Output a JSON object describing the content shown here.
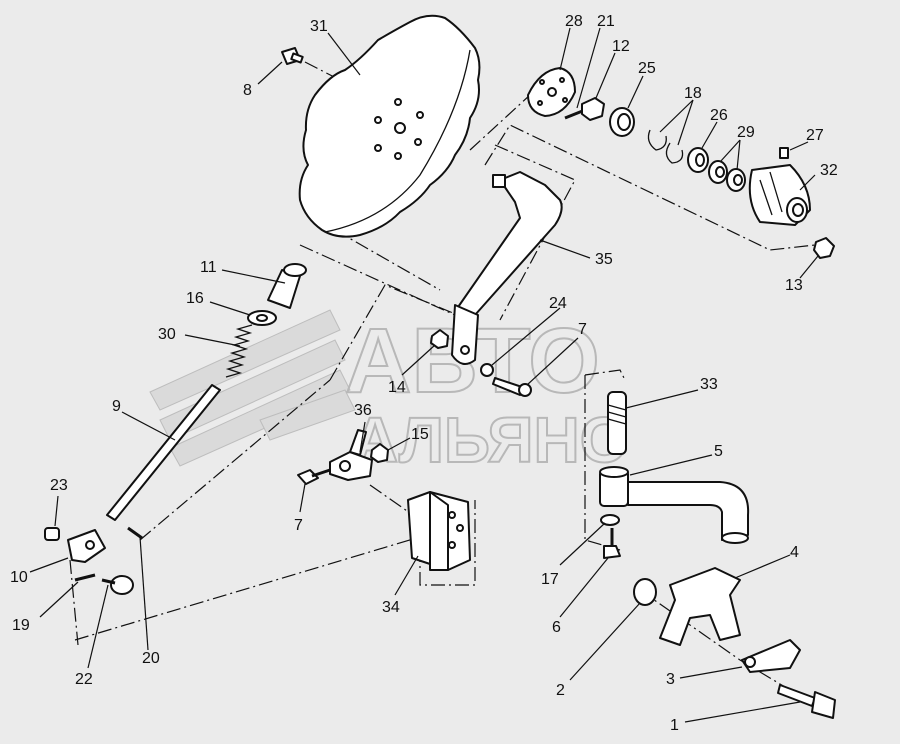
{
  "watermark": {
    "line1": "АВТО",
    "line2": "АЛЬЯНС"
  },
  "callouts": [
    {
      "id": "c31",
      "text": "31"
    },
    {
      "id": "c8",
      "text": "8"
    },
    {
      "id": "c28",
      "text": "28"
    },
    {
      "id": "c21",
      "text": "21"
    },
    {
      "id": "c12",
      "text": "12"
    },
    {
      "id": "c25",
      "text": "25"
    },
    {
      "id": "c18",
      "text": "18"
    },
    {
      "id": "c26",
      "text": "26"
    },
    {
      "id": "c29",
      "text": "29"
    },
    {
      "id": "c27",
      "text": "27"
    },
    {
      "id": "c32",
      "text": "32"
    },
    {
      "id": "c13",
      "text": "13"
    },
    {
      "id": "c35",
      "text": "35"
    },
    {
      "id": "c11",
      "text": "11"
    },
    {
      "id": "c16",
      "text": "16"
    },
    {
      "id": "c30",
      "text": "30"
    },
    {
      "id": "c24",
      "text": "24"
    },
    {
      "id": "c7a",
      "text": "7"
    },
    {
      "id": "c14",
      "text": "14"
    },
    {
      "id": "c33",
      "text": "33"
    },
    {
      "id": "c9",
      "text": "9"
    },
    {
      "id": "c36",
      "text": "36"
    },
    {
      "id": "c15",
      "text": "15"
    },
    {
      "id": "c5",
      "text": "5"
    },
    {
      "id": "c23",
      "text": "23"
    },
    {
      "id": "c7b",
      "text": "7"
    },
    {
      "id": "c10",
      "text": "10"
    },
    {
      "id": "c17",
      "text": "17"
    },
    {
      "id": "c4",
      "text": "4"
    },
    {
      "id": "c19",
      "text": "19"
    },
    {
      "id": "c34",
      "text": "34"
    },
    {
      "id": "c6",
      "text": "6"
    },
    {
      "id": "c20",
      "text": "20"
    },
    {
      "id": "c22",
      "text": "22"
    },
    {
      "id": "c3",
      "text": "3"
    },
    {
      "id": "c2",
      "text": "2"
    },
    {
      "id": "c1",
      "text": "1"
    }
  ]
}
